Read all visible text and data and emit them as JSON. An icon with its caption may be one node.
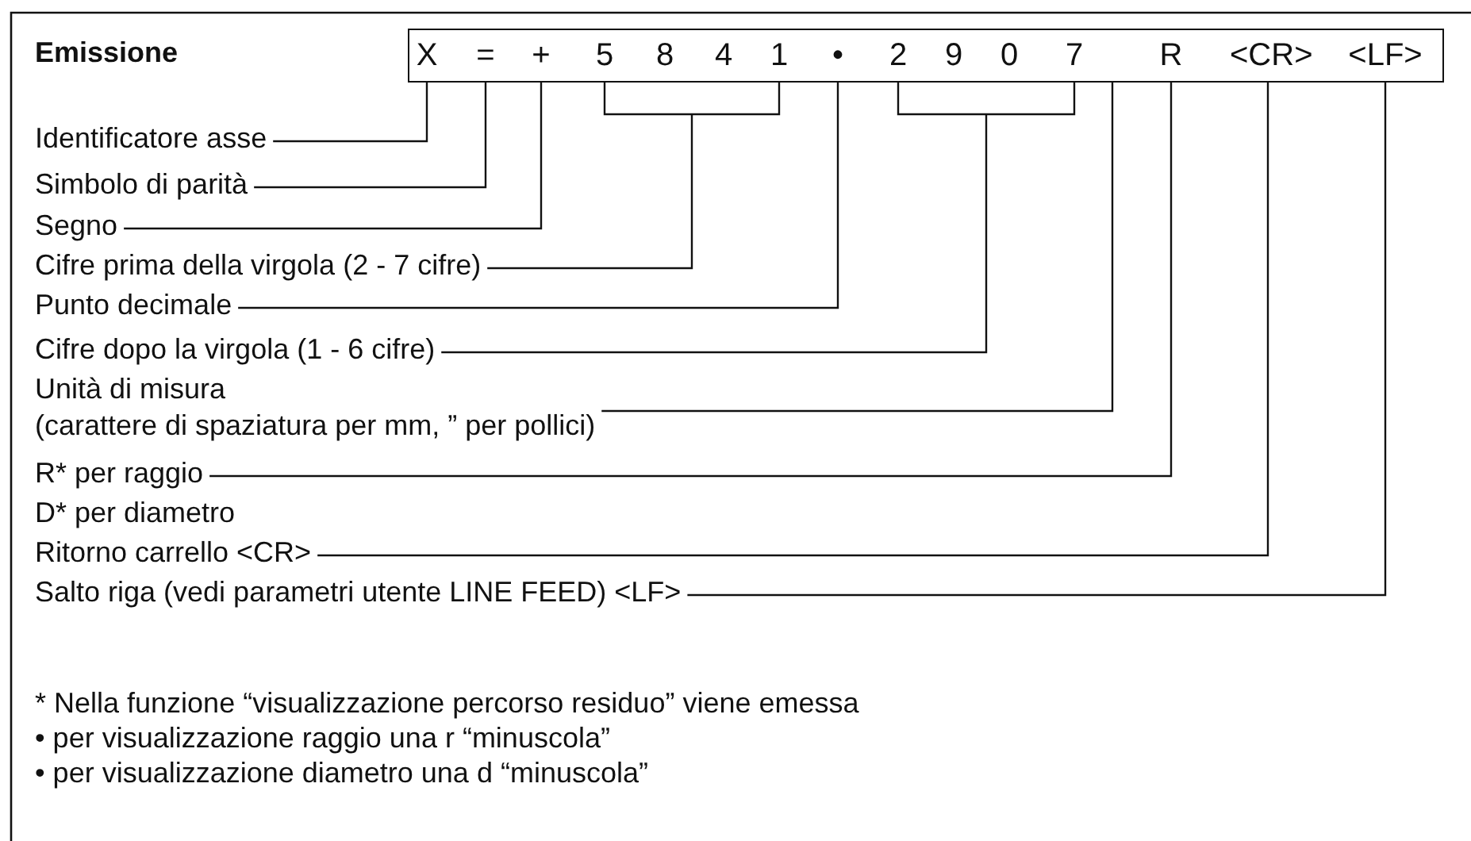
{
  "diagram": {
    "title": "Emissione",
    "nodes": [
      {
        "text": [],
        "shape": "box"
      },
      {
        "text": [
          "X"
        ],
        "in": 0
      },
      {
        "text": [
          "="
        ],
        "in": 0
      },
      {
        "text": [
          "+"
        ],
        "in": 0
      },
      {
        "text": [
          "5",
          "8",
          "4",
          "1"
        ],
        "in": 0
      },
      {
        "text": [
          "•"
        ],
        "in": 0
      },
      {
        "text": [
          "2",
          "9",
          "0",
          "7"
        ],
        "in": 0
      },
      {
        "text": [
          "R"
        ],
        "in": 0
      },
      {
        "text": [
          "<CR>"
        ],
        "in": 0
      },
      {
        "text": [
          "<LF>"
        ],
        "in": 0
      },
      {
        "text": [
          "Identificatore asse"
        ]
      },
      {
        "text": [
          "Simbolo di parità"
        ]
      },
      {
        "text": [
          "Segno"
        ]
      },
      {
        "text": [
          "Cifre prima della virgola (2 - 7 cifre)"
        ]
      },
      {
        "text": [
          "Punto decimale"
        ]
      },
      {
        "text": [
          "Cifre dopo la virgola (1 - 6 cifre)"
        ]
      },
      {
        "text": [
          "Unità di misura",
          "(carattere di spaziatura per mm, ” per pollici)"
        ]
      },
      {
        "text": [
          "R* per raggio"
        ]
      },
      {
        "text": [
          "Ritorno carrello <CR>"
        ]
      },
      {
        "text": [
          "Salto riga (vedi parametri utente LINE FEED) <LF>"
        ]
      }
    ],
    "edges": [
      {
        "from": 10,
        "to": 1,
        "arrow": "none"
      },
      {
        "from": 11,
        "to": 2,
        "arrow": "none"
      },
      {
        "from": 12,
        "to": 3,
        "arrow": "none"
      },
      {
        "from": 13,
        "to": 4,
        "arrow": "none"
      },
      {
        "from": 14,
        "to": 5,
        "arrow": "none"
      },
      {
        "from": 15,
        "to": 6,
        "arrow": "none"
      },
      {
        "from": 16,
        "to": 0,
        "arrow": "none"
      },
      {
        "from": 17,
        "to": 7,
        "arrow": "none"
      },
      {
        "from": 18,
        "to": 8,
        "arrow": "none"
      },
      {
        "from": 19,
        "to": 9,
        "arrow": "none"
      }
    ],
    "labels": [
      "D* per diametro",
      "* Nella funzione “visualizzazione percorso residuo” viene emessa",
      "• per visualizzazione raggio una r “minuscola”",
      "• per visualizzazione diametro una d “minuscola”"
    ]
  }
}
